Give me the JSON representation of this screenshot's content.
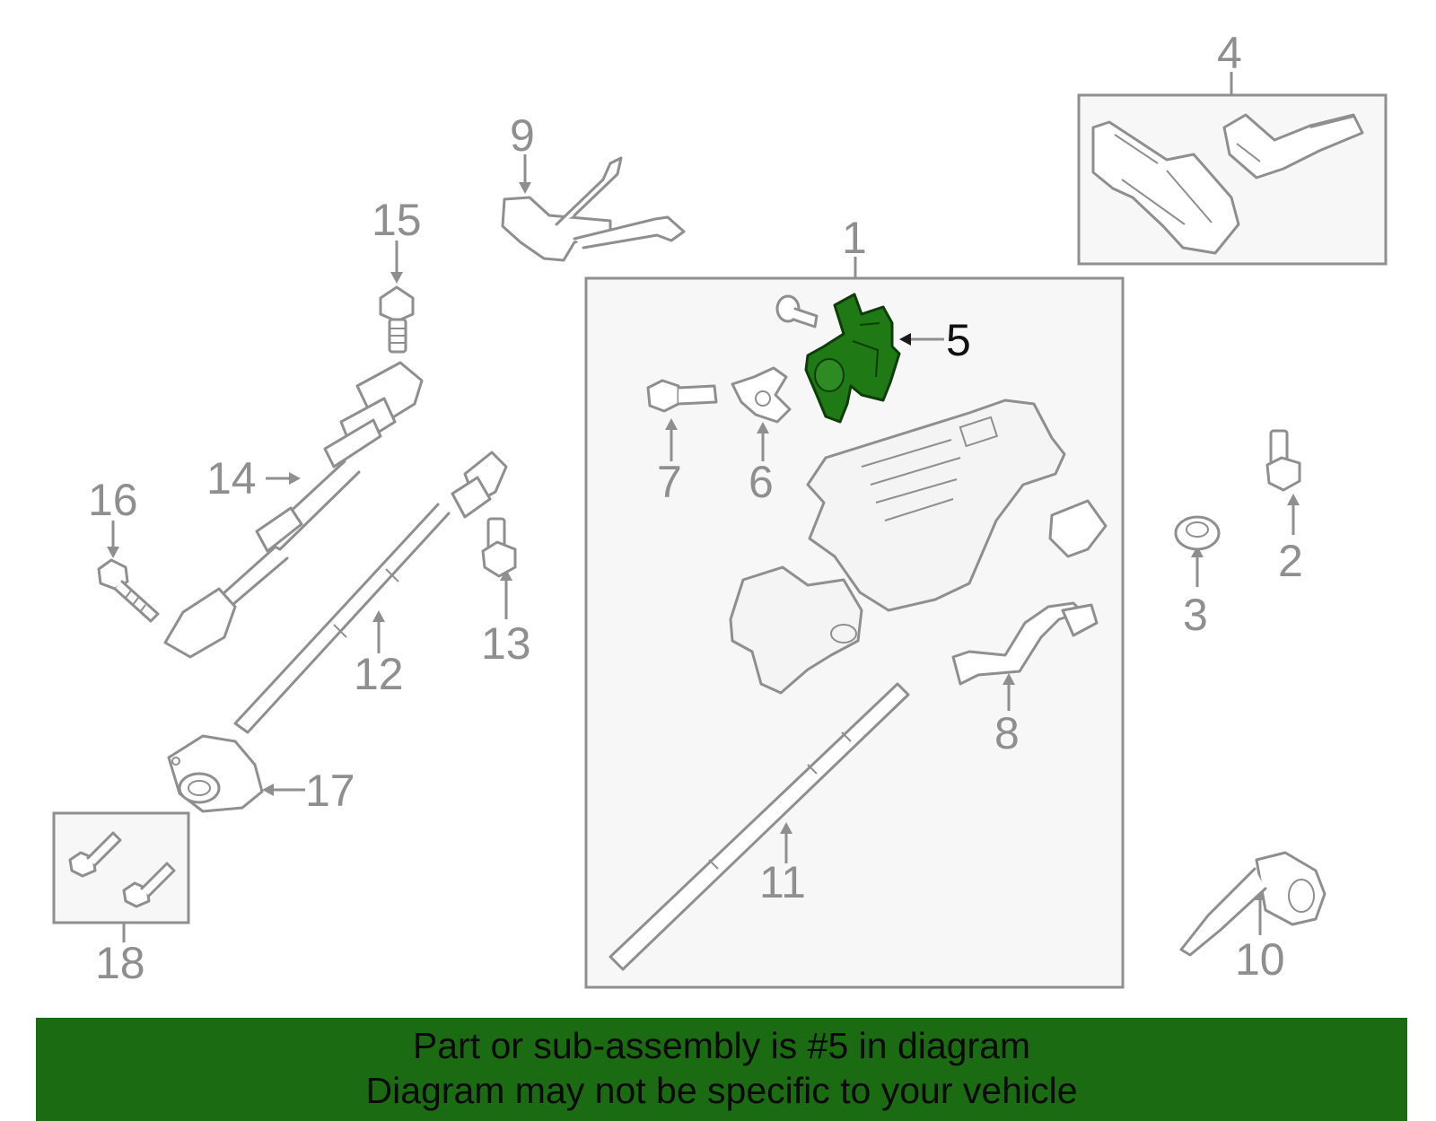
{
  "diagram": {
    "highlighted_part": "5",
    "highlight_color": "#1f7a15",
    "line_color": "#8f8f8f",
    "callouts": [
      "1",
      "2",
      "3",
      "4",
      "5",
      "6",
      "7",
      "8",
      "9",
      "10",
      "11",
      "12",
      "13",
      "14",
      "15",
      "16",
      "17",
      "18"
    ]
  },
  "banner": {
    "line1": "Part or sub-assembly is #5 in diagram",
    "line2": "Diagram may not be specific to your vehicle",
    "background": "#1a6b12"
  }
}
